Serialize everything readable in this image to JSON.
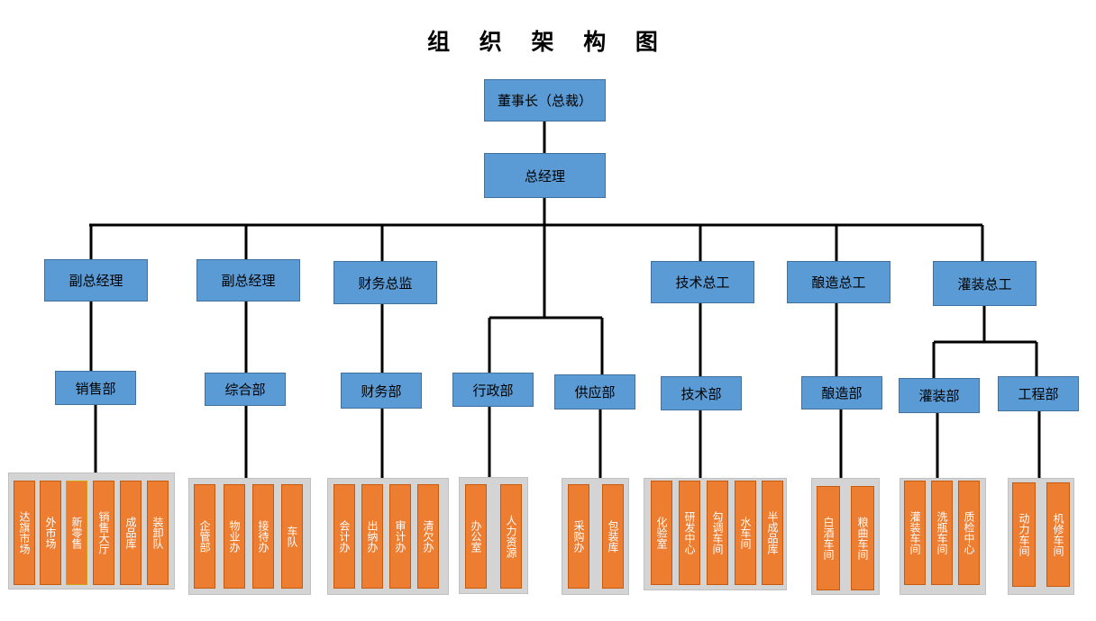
{
  "title": "组 织 架 构 图",
  "level1": {
    "chairman": "董事长（总裁）",
    "gm": "总经理"
  },
  "vps": [
    "副总经理",
    "副总经理",
    "财务总监",
    "技术总工",
    "酿造总工",
    "灌装总工"
  ],
  "departments": [
    "销售部",
    "综合部",
    "财务部",
    "行政部",
    "供应部",
    "技术部",
    "酿造部",
    "灌装部",
    "工程部"
  ],
  "units": {
    "sales": [
      "达旗市场",
      "外市场",
      "新零售",
      "销售大厅",
      "成品库",
      "装卸队"
    ],
    "general": [
      "企管部",
      "物业办",
      "接待办",
      "车队"
    ],
    "finance": [
      "会计办",
      "出纳办",
      "审计办",
      "清欠办"
    ],
    "admin": [
      "办公室",
      "人力资源"
    ],
    "supply": [
      "采购办",
      "包装库"
    ],
    "tech": [
      "化验室",
      "研发中心",
      "勾调车间",
      "水车间",
      "半成品库"
    ],
    "brew": [
      "白酒车间",
      "粮曲车间"
    ],
    "filling": [
      "灌装车间",
      "洗瓶车间",
      "质检中心"
    ],
    "engineering": [
      "动力车间",
      "机修车间"
    ]
  },
  "colors": {
    "blue": "#5b9bd5",
    "orange": "#ed7d31",
    "tray": "#d4d4d4",
    "line": "#000000"
  }
}
